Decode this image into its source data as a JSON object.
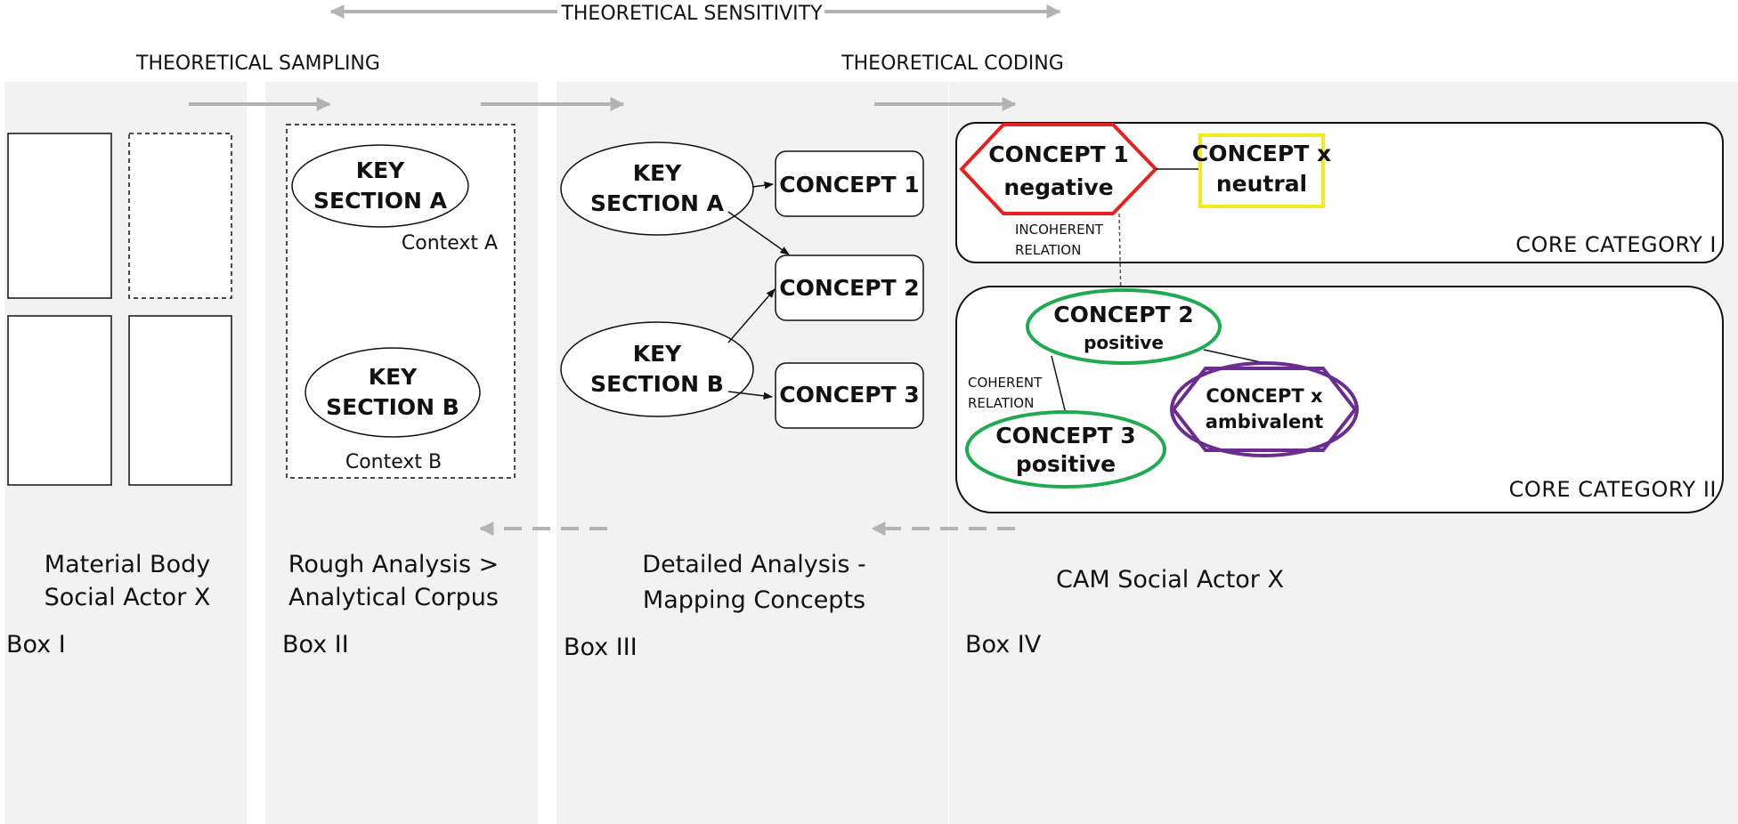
{
  "header": {
    "theoretical_sensitivity": "THEORETICAL SENSITIVITY",
    "theoretical_sampling": "THEORETICAL SAMPLING",
    "theoretical_coding": "THEORETICAL CODING"
  },
  "box1": {
    "label_line1": "Material Body",
    "label_line2": "Social Actor X",
    "name": "Box I"
  },
  "box2": {
    "key_a_line1": "KEY",
    "key_a_line2": "SECTION A",
    "context_a": "Context A",
    "key_b_line1": "KEY",
    "key_b_line2": "SECTION B",
    "context_b": "Context B",
    "label_line1": "Rough Analysis >",
    "label_line2": "Analytical Corpus",
    "name": "Box II"
  },
  "box3": {
    "key_a_line1": "KEY",
    "key_a_line2": "SECTION A",
    "key_b_line1": "KEY",
    "key_b_line2": "SECTION B",
    "concept1": "CONCEPT 1",
    "concept2": "CONCEPT 2",
    "concept3": "CONCEPT 3",
    "label_line1": "Detailed Analysis -",
    "label_line2": "Mapping Concepts",
    "name": "Box III"
  },
  "box4": {
    "c1_line1": "CONCEPT 1",
    "c1_line2": "negative",
    "cx_neutral_line1": "CONCEPT x",
    "cx_neutral_line2": "neutral",
    "incoherent_line1": "INCOHERENT",
    "incoherent_line2": "RELATION",
    "core1": "CORE CATEGORY I",
    "c2_line1": "CONCEPT 2",
    "c2_line2": "positive",
    "coherent_line1": "COHERENT",
    "coherent_line2": "RELATION",
    "c3_line1": "CONCEPT 3",
    "c3_line2": "positive",
    "cx_amb_line1": "CONCEPT x",
    "cx_amb_line2": "ambivalent",
    "core2": "CORE CATEGORY II",
    "label": "CAM Social Actor X",
    "name": "Box IV"
  },
  "colors": {
    "panel": "#f2f2f2",
    "arrow_gray": "#b3b3b3",
    "negative_red": "#e8211f",
    "neutral_yellow": "#f4ec1a",
    "positive_green": "#1faa4f",
    "ambivalent_purple": "#6a2c91"
  }
}
